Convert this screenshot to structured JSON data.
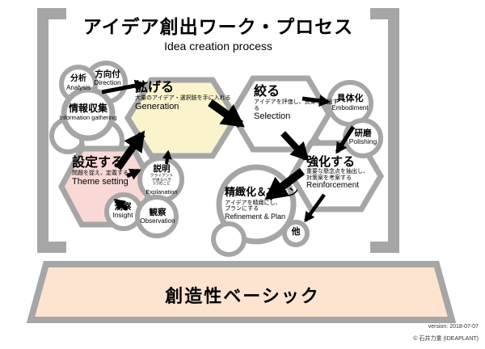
{
  "title": {
    "main": "アイデア創出ワーク・プロセス",
    "sub": "Idea creation process"
  },
  "nodes": {
    "bunseki": {
      "jp": "分析",
      "en": "Analysis"
    },
    "houkou": {
      "jp": "方向付",
      "en": "Direction"
    },
    "jouhou": {
      "jp": "情報収集",
      "en": "Information gathering"
    },
    "hirogeru": {
      "jp": "拡げる",
      "desc": "大量のアイデア・選択肢を手に入れる",
      "en": "Generation"
    },
    "shiboru": {
      "jp": "絞る",
      "desc": "アイデアを評価し、良案を抽出する",
      "en": "Selection"
    },
    "gutaika": {
      "jp": "具体化",
      "en": "Embodiment"
    },
    "kenma": {
      "jp": "研磨",
      "en": "Polishing"
    },
    "settei": {
      "jp": "設定する",
      "desc": "問題を捉え、定義する",
      "en": "Theme setting"
    },
    "setsumei": {
      "jp": "説明",
      "desc1": "クライアント",
      "desc2": "が語るべき",
      "desc3": "3つのこと",
      "en": "Explanation"
    },
    "dousatsu": {
      "jp": "洞察",
      "en": "Insight"
    },
    "kansatsu": {
      "jp": "観察",
      "en": "Observation"
    },
    "kyouka": {
      "jp": "強化する",
      "desc1": "重要な懸念点を抽出し、",
      "desc2": "対策案を考案する",
      "en": "Reinforcement"
    },
    "seichika": {
      "jp": "精緻化＆プラン",
      "desc1": "アイデアを精緻にし、",
      "desc2": "プランにする",
      "en": "Refinement & Plan"
    },
    "ta": {
      "jp": "他"
    }
  },
  "footer": {
    "banner": "創造性ベーシック",
    "version": "version: 2018-07-07",
    "copyright": "© 石井力重 (IDEAPLANT)"
  },
  "colors": {
    "frame_gray": "#a6a6a6",
    "generation_fill": "#faf3cc",
    "theme_fill": "#f9d9d6",
    "banner_fill": "#fce4d0"
  }
}
